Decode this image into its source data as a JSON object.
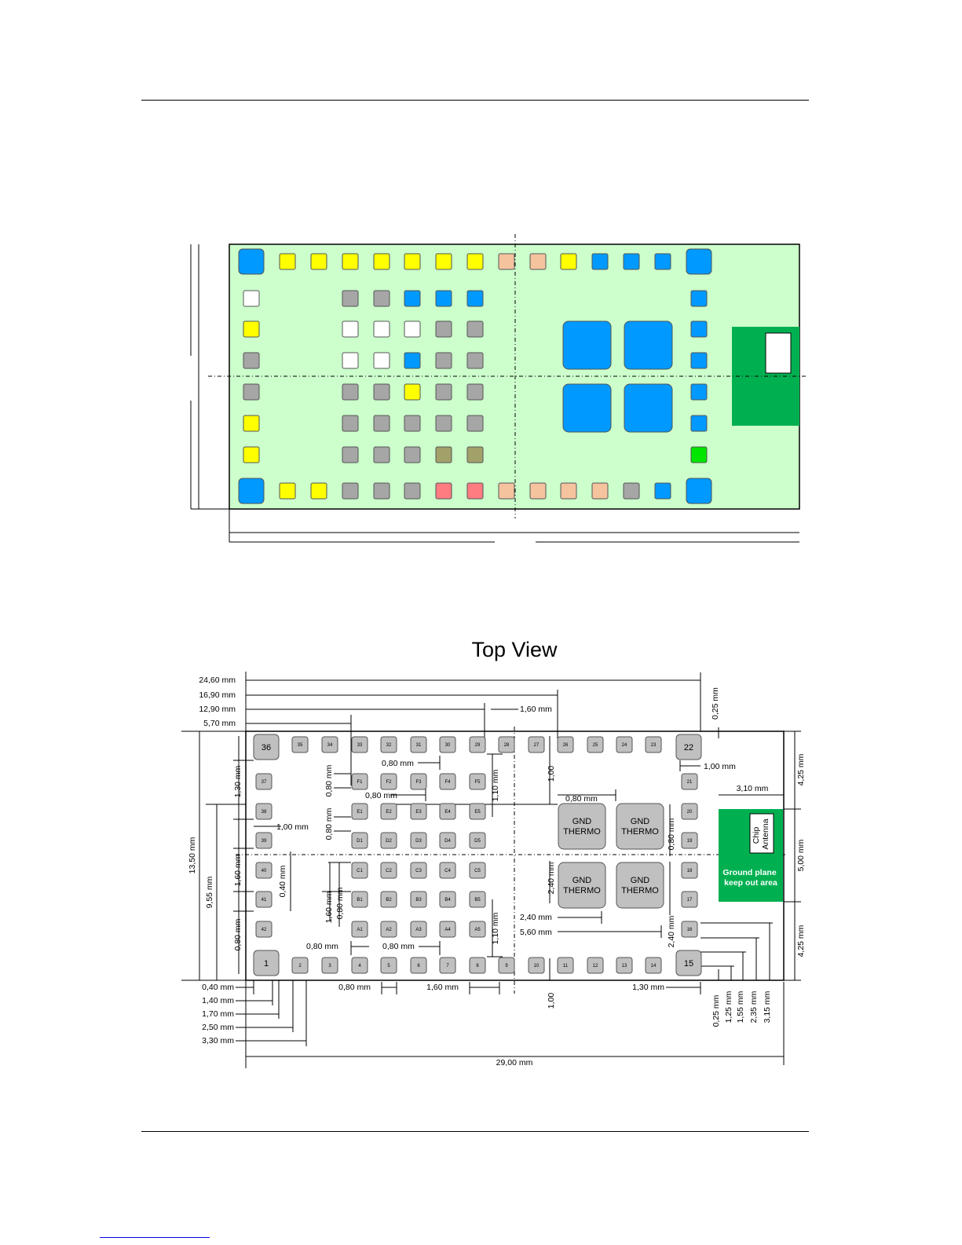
{
  "figure_title": "Top View",
  "colors": {
    "board_fill": "#ccffcc",
    "antenna_area": "#00b050",
    "pad_blue": "#0099ff",
    "pad_yellow": "#ffff00",
    "pad_gray": "#a6a6a6",
    "pad_white": "#ffffff",
    "pad_peach": "#f5c39e",
    "pad_olive": "#a3a16a",
    "pad_red": "#ff7c80",
    "pad_green": "#00e600",
    "bottom_pad": "#c0c0c0"
  },
  "color_map": {
    "rows": [
      [
        "blue-big",
        "yellow",
        "yellow",
        "yellow",
        "yellow",
        "yellow",
        "yellow",
        "yellow",
        "peach",
        "peach",
        "yellow",
        "blue",
        "blue",
        "blue",
        "blue-big"
      ],
      [
        "white",
        null,
        null,
        "gray",
        "gray",
        "blue",
        "blue",
        "blue",
        null,
        null,
        null,
        null,
        null,
        null,
        "blue"
      ],
      [
        "yellow",
        null,
        null,
        "white",
        "white",
        "white",
        "gray",
        "gray",
        null,
        null,
        null,
        null,
        null,
        null,
        "blue"
      ],
      [
        "gray",
        null,
        null,
        "white",
        "white",
        "blue",
        "gray",
        "gray",
        null,
        null,
        null,
        null,
        null,
        null,
        "blue"
      ],
      [
        "gray",
        null,
        null,
        "gray",
        "gray",
        "yellow",
        "gray",
        "gray",
        null,
        null,
        null,
        null,
        null,
        null,
        "blue"
      ],
      [
        "yellow",
        null,
        null,
        "gray",
        "gray",
        "gray",
        "gray",
        "gray",
        null,
        null,
        null,
        null,
        null,
        null,
        "blue"
      ],
      [
        "yellow",
        null,
        null,
        "gray",
        "gray",
        "gray",
        "olive",
        "olive",
        null,
        null,
        null,
        null,
        null,
        null,
        "green"
      ],
      [
        "blue-big",
        "yellow",
        "yellow",
        "gray",
        "gray",
        "gray",
        "red",
        "red",
        "peach",
        "peach",
        "peach",
        "peach",
        "gray",
        "blue",
        "blue-big"
      ]
    ]
  },
  "top_view": {
    "top_pads": [
      "36",
      "35",
      "34",
      "33",
      "32",
      "31",
      "30",
      "29",
      "28",
      "27",
      "26",
      "25",
      "24",
      "23",
      "22"
    ],
    "bottom_pads": [
      "1",
      "2",
      "3",
      "4",
      "5",
      "6",
      "7",
      "8",
      "9",
      "10",
      "11",
      "12",
      "13",
      "14",
      "15"
    ],
    "left_pads": [
      "37",
      "38",
      "39",
      "40",
      "41",
      "42"
    ],
    "right_pads": [
      "21",
      "20",
      "19",
      "18",
      "17",
      "16"
    ],
    "grid_rows": [
      [
        "F1",
        "F2",
        "F3",
        "F4",
        "F5"
      ],
      [
        "E1",
        "E2",
        "E3",
        "E4",
        "E5"
      ],
      [
        "D1",
        "D2",
        "D3",
        "D4",
        "D5"
      ],
      [
        "C1",
        "C2",
        "C3",
        "C4",
        "C5"
      ],
      [
        "B1",
        "B2",
        "B3",
        "B4",
        "B5"
      ],
      [
        "A1",
        "A2",
        "A3",
        "A4",
        "A5"
      ]
    ],
    "gnd_thermo": [
      "GND",
      "THERMO"
    ],
    "chip_antenna": [
      "Chip",
      "Antenna"
    ],
    "keep_out": [
      "Ground plane",
      "keep out area"
    ],
    "dims": {
      "d24_60": "24,60 mm",
      "d16_90": "16,90 mm",
      "d12_90": "12,90 mm",
      "d5_70": "5,70 mm",
      "d1_60_top": "1,60 mm",
      "d0_25_top": "0,25 mm",
      "d4_25_a": "4,25 mm",
      "d5_00": "5,00 mm",
      "d4_25_b": "4,25 mm",
      "d1_00_right": "1,00 mm",
      "d3_10": "3,10 mm",
      "d13_50": "13,50 mm",
      "d9_55": "9,55 mm",
      "d1_30_l": "1,30 mm",
      "d1_60_l": "1,60 mm",
      "d0_80_l": "0,80 mm",
      "d1_00_left": "1,00 mm",
      "d0_40_l": "0,40 mm",
      "d0_80_f": "0,80 mm",
      "d0_80_fh": "0,80 mm",
      "d0_80_fh2": "0,80 mm",
      "d0_80_e": "0,80 mm",
      "d1_10_a": "1,10 mm",
      "d1_00_v": "1,00",
      "d0_80_g": "0,80 mm",
      "d0_80_gv": "0,80 mm",
      "d2_40_v": "2,40 mm",
      "d1_60_c": "1,60 mm",
      "d0_80_c": "0,80 mm",
      "d1_10_b": "1,10 mm",
      "d0_80_bot": "0,80 mm",
      "d0_80_bot2": "0,80 mm",
      "d2_40_h": "2,40 mm",
      "d5_60": "5,60 mm",
      "d2_40_v2": "2,40 mm",
      "d0_40_b": "0,40 mm",
      "d1_40": "1,40 mm",
      "d1_70": "1,70 mm",
      "d2_50": "2,50 mm",
      "d3_30": "3,30 mm",
      "d0_80_u": "0,80 mm",
      "d1_60_u": "1,60 mm",
      "d1_00_u": "1,00",
      "d1_30_u": "1,30 mm",
      "d0_25_r": "0,25 mm",
      "d1_25": "1,25 mm",
      "d1_55": "1,55 mm",
      "d2_35": "2,35 mm",
      "d3_15": "3,15 mm",
      "d29_00": "29,00 mm"
    }
  }
}
